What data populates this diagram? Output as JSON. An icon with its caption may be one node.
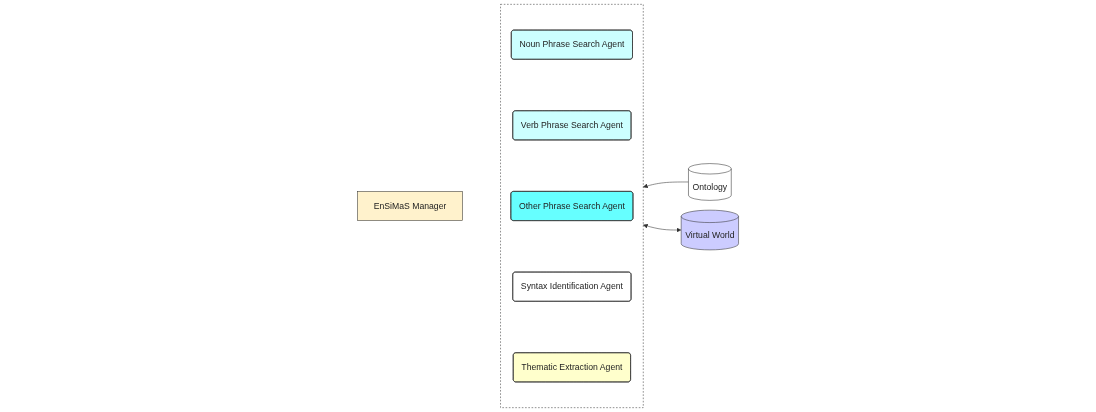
{
  "diagram": {
    "nodes": [
      {
        "text": [
          "EnSiMaS Manager"
        ]
      },
      {
        "text": [],
        "shape": "box"
      },
      {
        "text": [
          "Noun Phrase Search Agent"
        ],
        "in": 1
      },
      {
        "text": [
          "Verb Phrase Search Agent"
        ],
        "in": 1
      },
      {
        "text": [
          "Other Phrase Search Agent"
        ],
        "in": 1
      },
      {
        "text": [
          "Syntax Identification Agent"
        ],
        "in": 1
      },
      {
        "text": [
          "Thematic Extraction Agent"
        ],
        "in": 1
      },
      {
        "text": [
          "Ontology"
        ]
      },
      {
        "text": [
          "Virtual World"
        ]
      }
    ],
    "edges": [
      {
        "from": 7,
        "to": 1,
        "arrow": "to"
      },
      {
        "from": 8,
        "to": 1,
        "arrow": "both"
      }
    ]
  }
}
